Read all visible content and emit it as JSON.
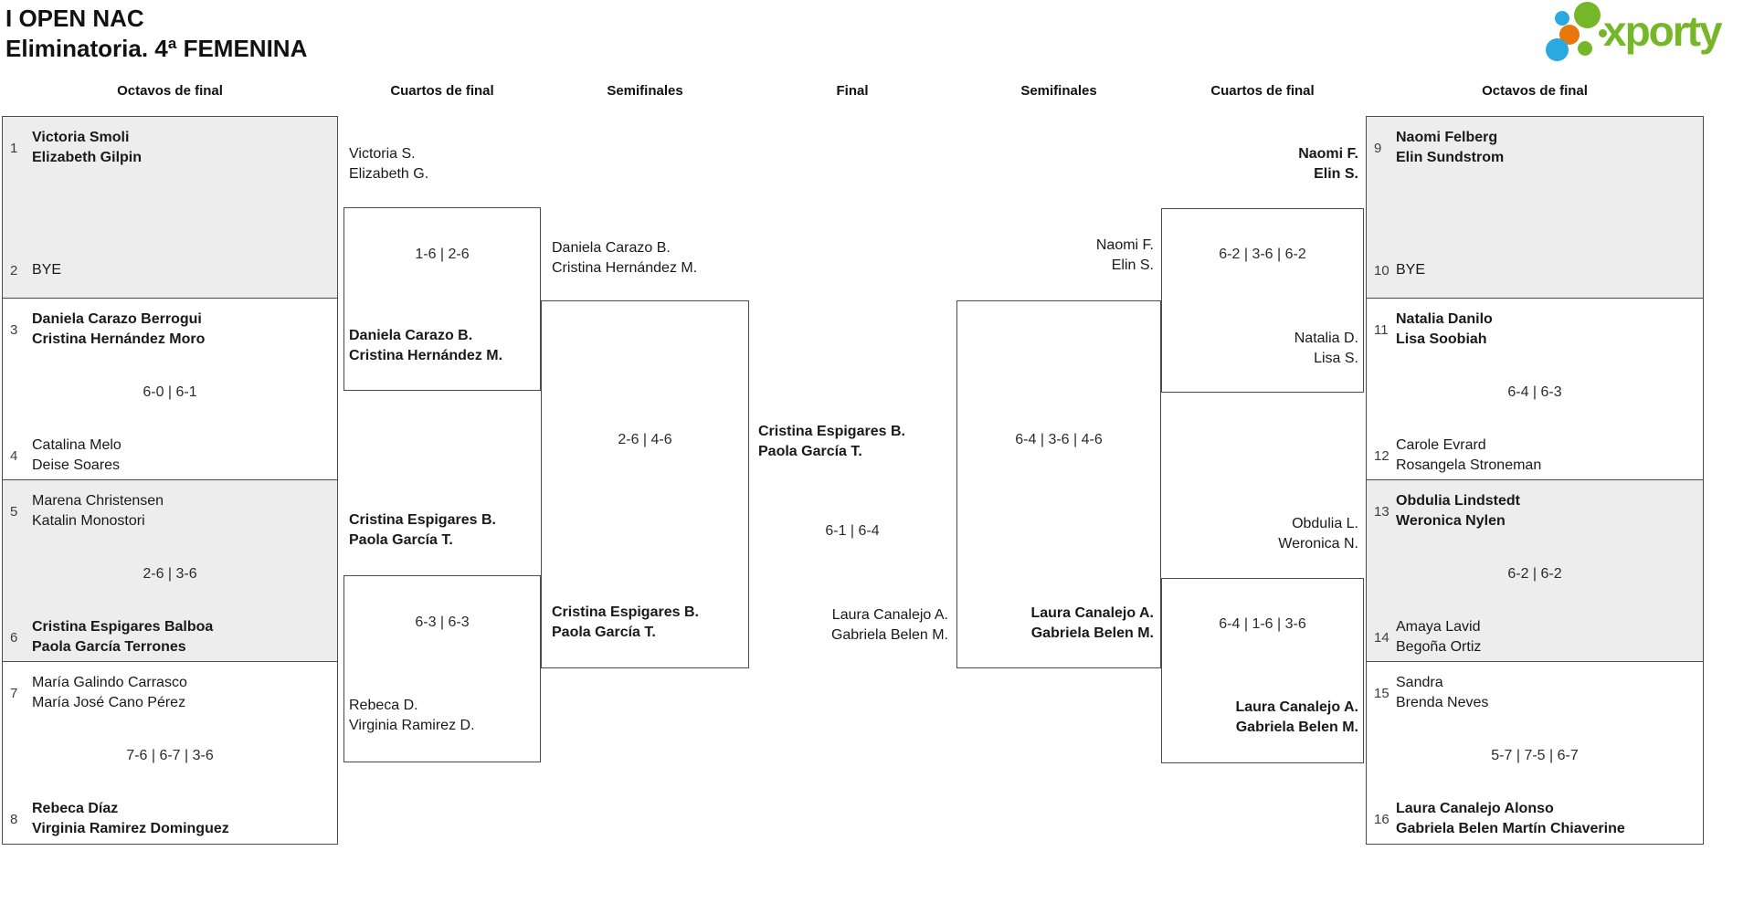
{
  "header": {
    "title_line1": "I OPEN NAC",
    "title_line2": "Eliminatoria. 4ª FEMENINA"
  },
  "logo": {
    "brand": "xporty"
  },
  "colors": {
    "brand_green": "#76b629",
    "brand_blue": "#2aa9e0",
    "brand_orange": "#e8780c",
    "box_gray": "#ededed",
    "box_border": "#4a4a4a"
  },
  "rounds": {
    "octavos_left": "Octavos de final",
    "cuartos_left": "Cuartos de final",
    "semis_left": "Semifinales",
    "final": "Final",
    "semis_right": "Semifinales",
    "cuartos_right": "Cuartos de final",
    "octavos_right": "Octavos de final"
  },
  "octavos_left": [
    {
      "seed_top": "1",
      "top1": "Victoria Smoli",
      "top2": "Elizabeth Gilpin",
      "seed_bot": "2",
      "bot1": "BYE",
      "bot2": "",
      "score": ""
    },
    {
      "seed_top": "3",
      "top1": "Daniela Carazo Berrogui",
      "top2": "Cristina Hernández Moro",
      "seed_bot": "4",
      "bot1": "Catalina Melo",
      "bot2": "Deise Soares",
      "score": "6-0 | 6-1"
    },
    {
      "seed_top": "5",
      "top1": "Marena Christensen",
      "top2": "Katalin Monostori",
      "seed_bot": "6",
      "bot1": "Cristina Espigares Balboa",
      "bot2": "Paola García Terrones",
      "score": "2-6 | 3-6"
    },
    {
      "seed_top": "7",
      "top1": "María Galindo Carrasco",
      "top2": "María José Cano Pérez",
      "seed_bot": "8",
      "bot1": "Rebeca Díaz",
      "bot2": "Virginia Ramirez Dominguez",
      "score": "7-6 | 6-7 | 3-6"
    }
  ],
  "octavos_right": [
    {
      "seed_top": "9",
      "top1": "Naomi Felberg",
      "top2": "Elin Sundstrom",
      "seed_bot": "10",
      "bot1": "BYE",
      "bot2": "",
      "score": ""
    },
    {
      "seed_top": "11",
      "top1": "Natalia Danilo",
      "top2": "Lisa Soobiah",
      "seed_bot": "12",
      "bot1": "Carole Evrard",
      "bot2": "Rosangela Stroneman",
      "score": "6-4 | 6-3"
    },
    {
      "seed_top": "13",
      "top1": "Obdulia Lindstedt",
      "top2": "Weronica Nylen",
      "seed_bot": "14",
      "bot1": "Amaya Lavid",
      "bot2": "Begoña Ortiz",
      "score": "6-2 | 6-2"
    },
    {
      "seed_top": "15",
      "top1": "Sandra",
      "top2": "Brenda Neves",
      "seed_bot": "16",
      "bot1": "Laura Canalejo Alonso",
      "bot2": "Gabriela Belen Martín Chiaverine",
      "score": "5-7 | 7-5 | 6-7"
    }
  ],
  "cuartos_left": {
    "m1": {
      "p1_1": "Victoria S.",
      "p1_2": "Elizabeth G.",
      "p2_1": "Daniela Carazo B.",
      "p2_2": "Cristina Hernández M.",
      "score": "1-6 | 2-6"
    },
    "m2": {
      "p1_1": "Cristina Espigares B.",
      "p1_2": "Paola García T.",
      "p2_1": "Rebeca D.",
      "p2_2": "Virginia Ramirez D.",
      "score": "6-3 | 6-3"
    }
  },
  "cuartos_right": {
    "m1": {
      "p1_1": "Naomi F.",
      "p1_2": "Elin S.",
      "p2_1": "Natalia D.",
      "p2_2": "Lisa S.",
      "score": "6-2 | 3-6 | 6-2"
    },
    "m2": {
      "p1_1": "Obdulia L.",
      "p1_2": "Weronica N.",
      "p2_1": "Laura Canalejo A.",
      "p2_2": "Gabriela Belen M.",
      "score": "6-4 | 1-6 | 3-6"
    }
  },
  "semis_left": {
    "p1_1": "Daniela Carazo B.",
    "p1_2": "Cristina Hernández M.",
    "p2_1": "Cristina Espigares B.",
    "p2_2": "Paola García T.",
    "score": "2-6 | 4-6"
  },
  "semis_right": {
    "p1_1": "Naomi F.",
    "p1_2": "Elin S.",
    "p2_1": "Laura Canalejo A.",
    "p2_2": "Gabriela Belen M.",
    "score": "6-4 | 3-6 | 4-6"
  },
  "final": {
    "w1": "Cristina Espigares B.",
    "w2": "Paola García T.",
    "r1": "Laura Canalejo A.",
    "r2": "Gabriela Belen M.",
    "score": "6-1 | 6-4"
  }
}
